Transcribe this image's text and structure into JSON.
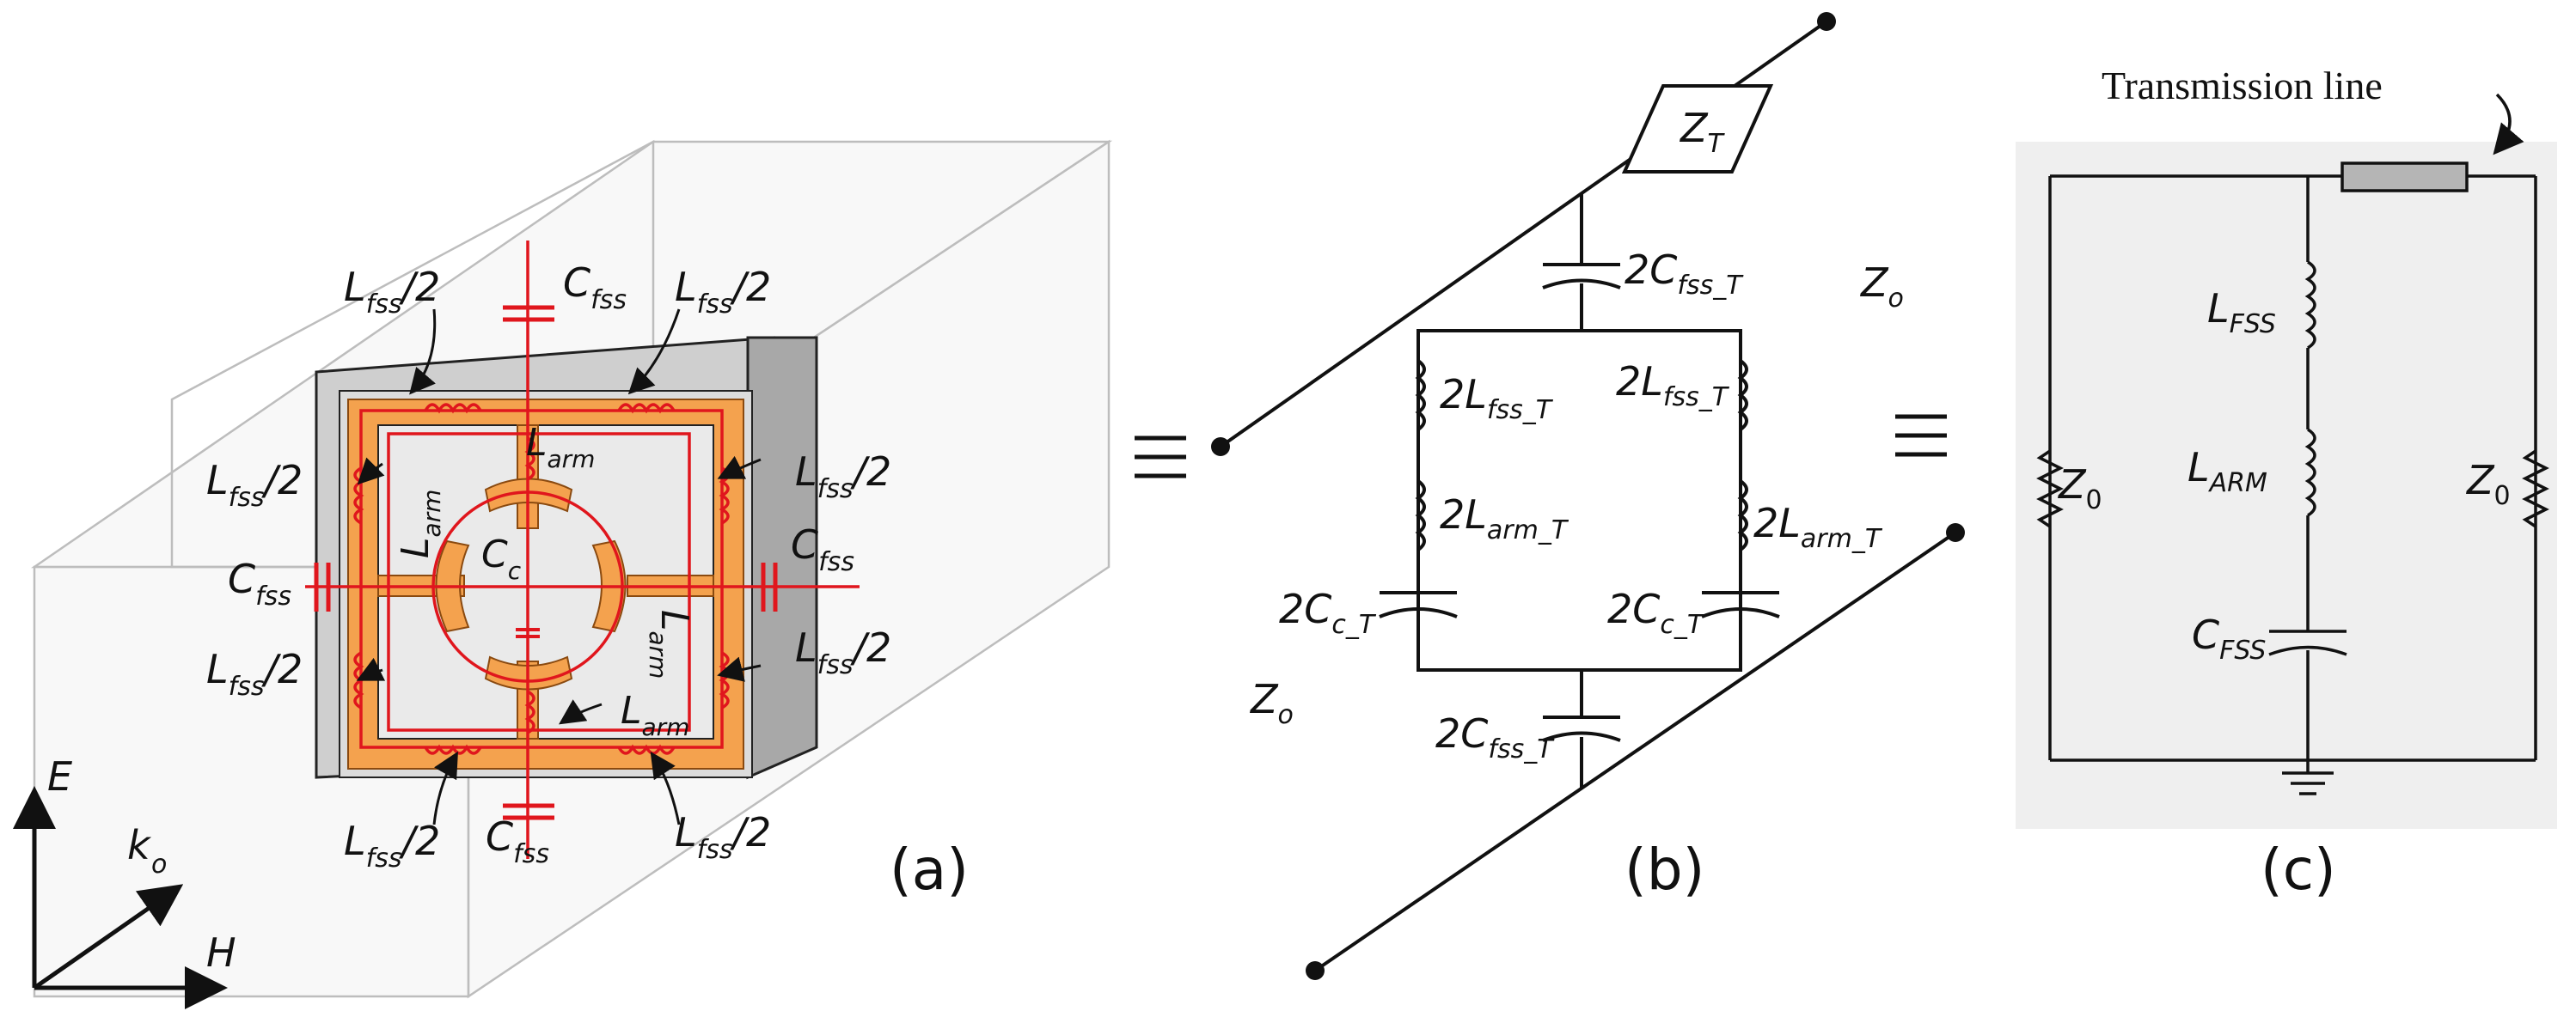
{
  "panels": {
    "a": {
      "caption": "(a)",
      "axes": {
        "e": "E",
        "k": "k",
        "k_sub": "o",
        "h": "H"
      },
      "labels": {
        "lfss_main": "L",
        "lfss_sub": "fss",
        "lfss_half": "/2",
        "cfss_main": "C",
        "cfss_sub": "fss",
        "larm_main": "L",
        "larm_sub": "arm",
        "cc_main": "C",
        "cc_sub": "c"
      }
    },
    "b": {
      "caption": "(b)",
      "zt_main": "Z",
      "zt_sub": "T",
      "zo_main": "Z",
      "zo_sub": "o",
      "two": "2",
      "cfss_main": "C",
      "cfss_sub": "fss_T",
      "lfss_main": "L",
      "lfss_sub": "fss_T",
      "larm_main": "L",
      "larm_sub": "arm_T",
      "cc_main": "C",
      "cc_sub": "c_T"
    },
    "c": {
      "caption": "(c)",
      "title": "Transmission line",
      "z0_main": "Z",
      "z0_sub": "0",
      "lfss_main": "L",
      "lfss_sub": "FSS",
      "larm_main": "L",
      "larm_sub": "ARM",
      "cfss_main": "C",
      "cfss_sub": "FSS"
    }
  },
  "equiv_symbol": "≡",
  "colors": {
    "line": "#111111",
    "red": "#e0161d",
    "orange": "#f6a04d",
    "gray": "#d6d6d6",
    "panel_bg": "#f0f0f0",
    "box": "#bdbdbd"
  }
}
